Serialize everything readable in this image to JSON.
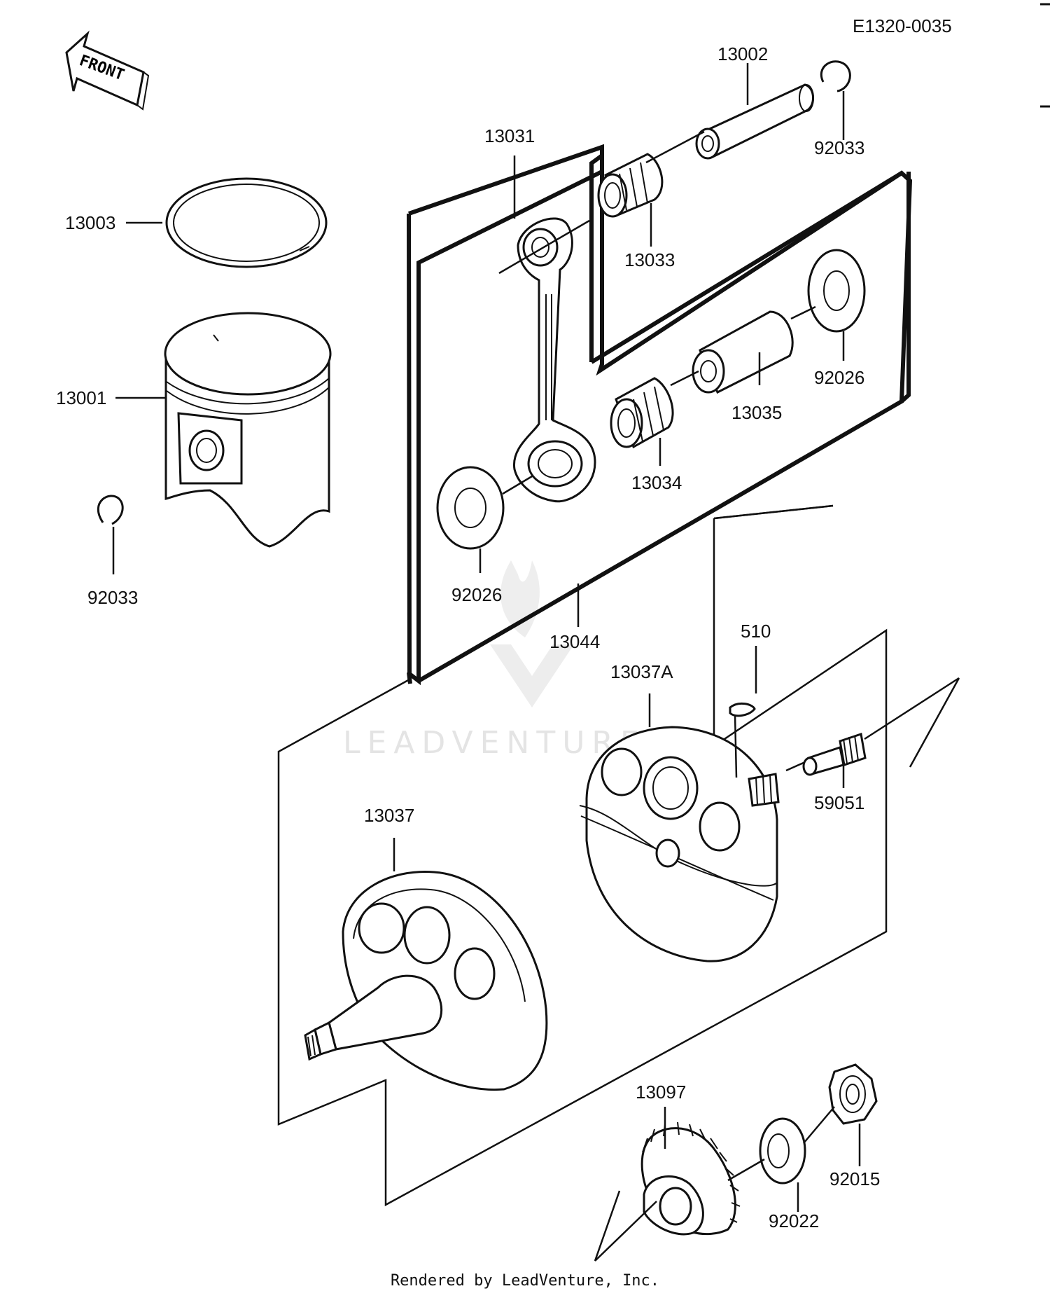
{
  "diagram_code": "E1320-0035",
  "front_label": "FRONT",
  "watermark": "LEADVENTURE",
  "footer": "Rendered by LeadVenture, Inc.",
  "parts": [
    {
      "id": "p13002",
      "label": "13002"
    },
    {
      "id": "p92033a",
      "label": "92033"
    },
    {
      "id": "p13031",
      "label": "13031"
    },
    {
      "id": "p13003",
      "label": "13003"
    },
    {
      "id": "p13033",
      "label": "13033"
    },
    {
      "id": "p13001",
      "label": "13001"
    },
    {
      "id": "p92026a",
      "label": "92026"
    },
    {
      "id": "p13035",
      "label": "13035"
    },
    {
      "id": "p13034",
      "label": "13034"
    },
    {
      "id": "p92033b",
      "label": "92033"
    },
    {
      "id": "p92026b",
      "label": "92026"
    },
    {
      "id": "p13044",
      "label": "13044"
    },
    {
      "id": "p510",
      "label": "510"
    },
    {
      "id": "p13037A",
      "label": "13037A"
    },
    {
      "id": "p59051",
      "label": "59051"
    },
    {
      "id": "p13037",
      "label": "13037"
    },
    {
      "id": "p13097",
      "label": "13097"
    },
    {
      "id": "p92015",
      "label": "92015"
    },
    {
      "id": "p92022",
      "label": "92022"
    }
  ]
}
